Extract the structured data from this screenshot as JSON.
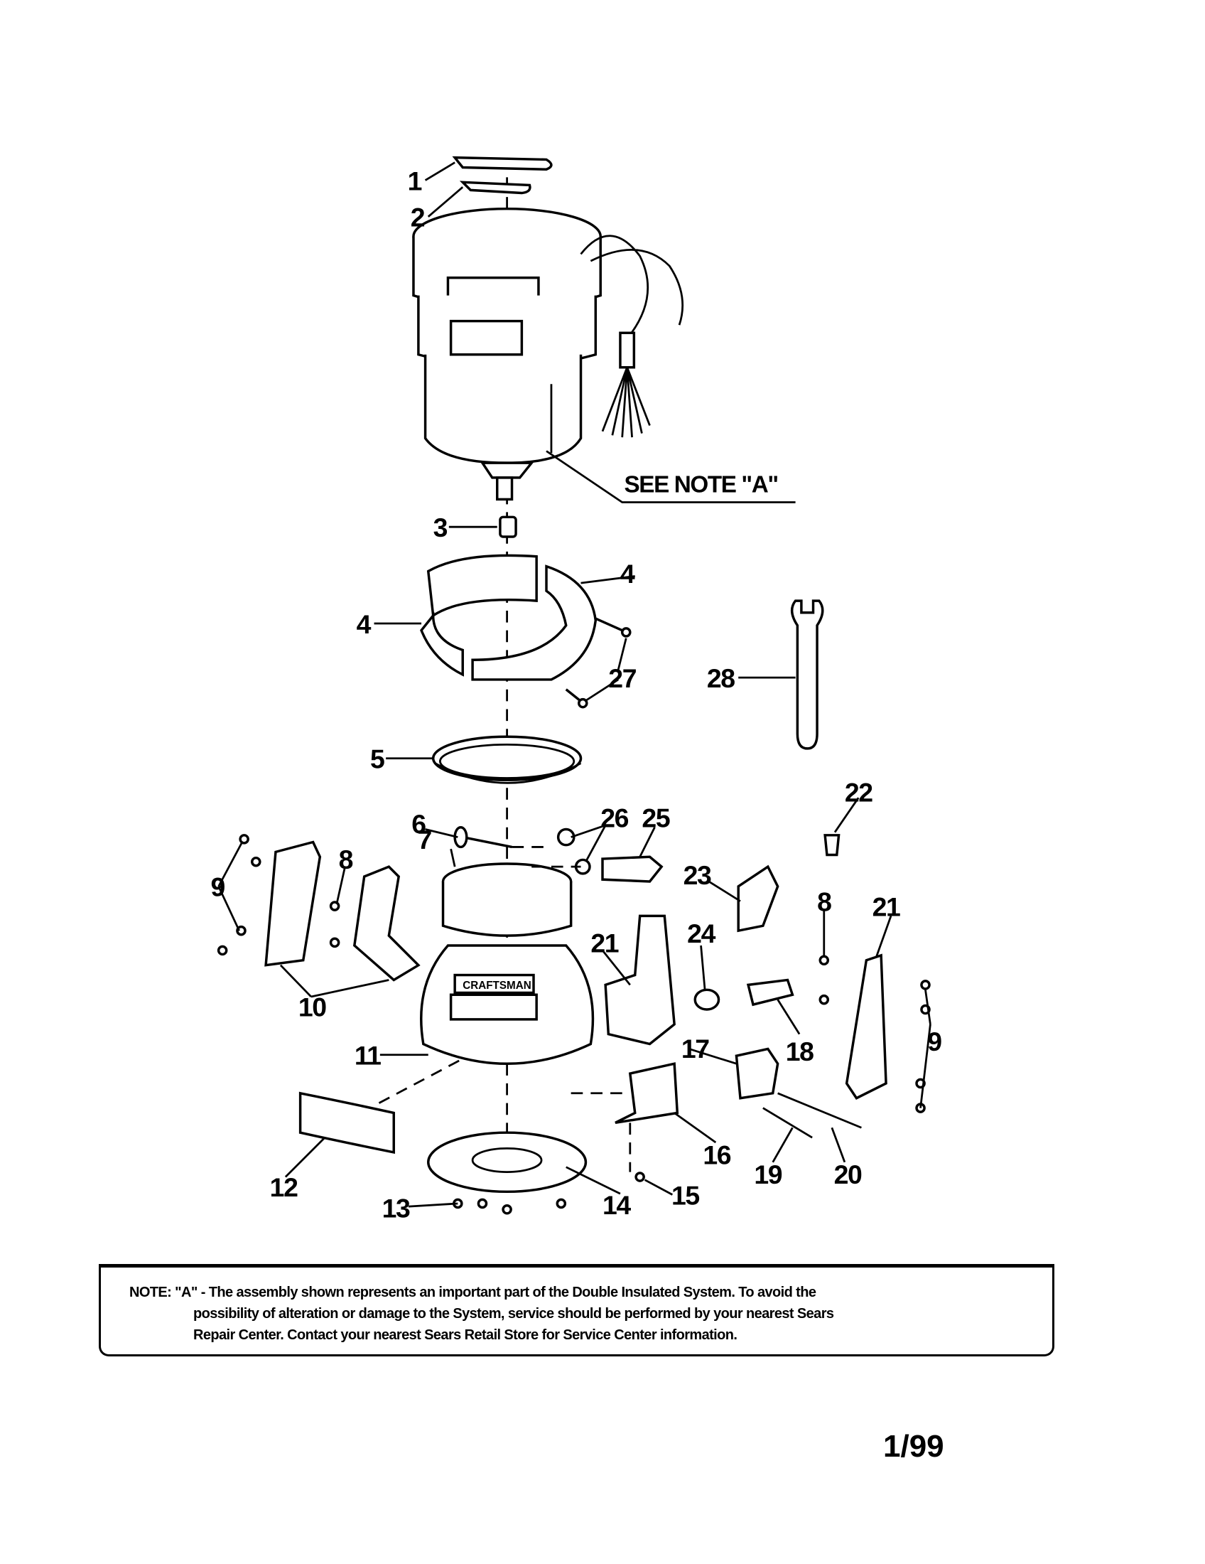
{
  "diagram": {
    "callouts": [
      "1",
      "2",
      "3",
      "4",
      "4",
      "27",
      "28",
      "5",
      "6",
      "26",
      "25",
      "22",
      "7",
      "9",
      "8",
      "23",
      "8",
      "21",
      "21",
      "24",
      "10",
      "11",
      "18",
      "9",
      "17",
      "16",
      "19",
      "20",
      "12",
      "13",
      "14",
      "15"
    ],
    "see_note": "SEE NOTE \"A\"",
    "nameplate_text": "CRAFTSMAN"
  },
  "note": {
    "line1": "NOTE: \"A\" - The assembly shown represents an important part of the Double Insulated System. To avoid the",
    "line2": "possibility of alteration or damage to the System, service should be performed by your nearest Sears",
    "line3": "Repair Center. Contact your nearest Sears Retail Store for Service Center information."
  },
  "page_number": "1/99"
}
